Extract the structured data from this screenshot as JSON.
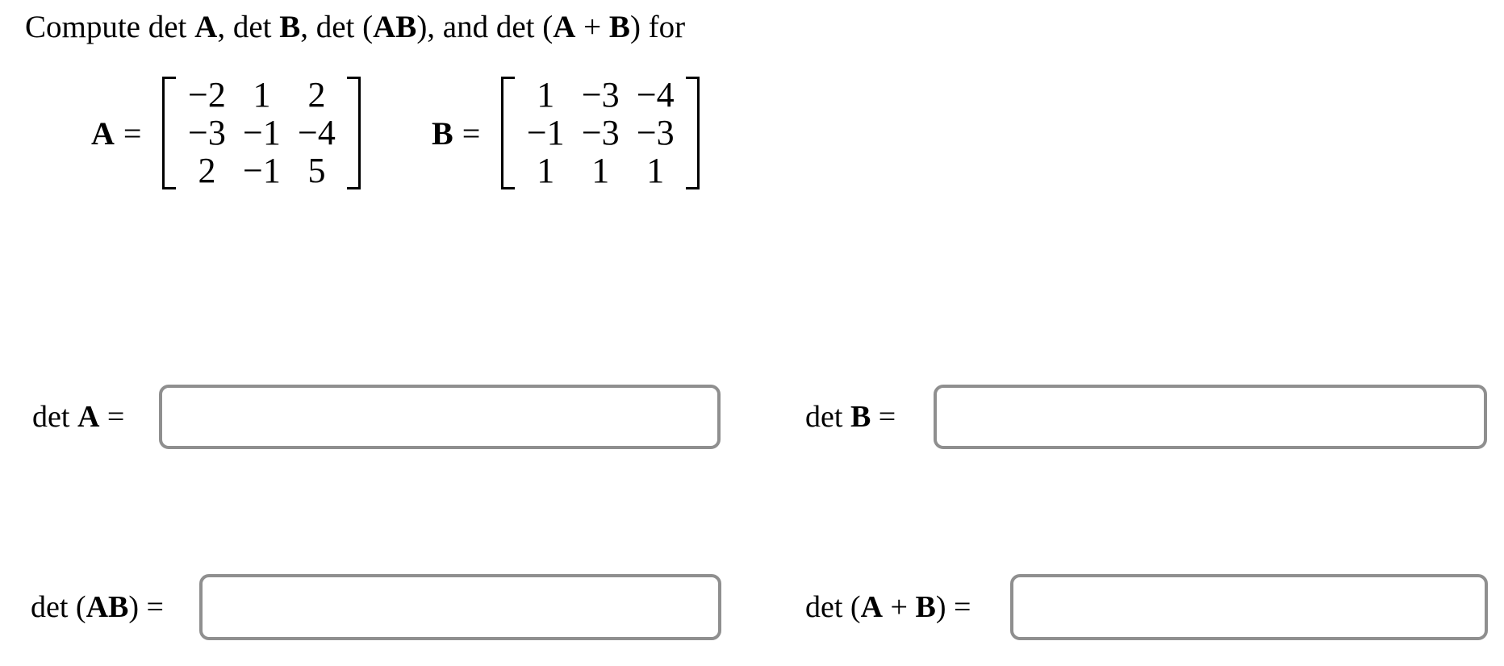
{
  "colors": {
    "text": "#000000",
    "input_border": "#8f8f8f"
  },
  "title": {
    "t1": "Compute det ",
    "a1": "A",
    "t2": ", det ",
    "b1": "B",
    "t3": ", det (",
    "ab": "AB",
    "t4": "), and det (",
    "a2": "A",
    "plus": " + ",
    "b2": "B",
    "t5": ") for"
  },
  "matrices": {
    "A": {
      "name": "A",
      "eq": "=",
      "rows": [
        [
          "−2",
          "1",
          "2"
        ],
        [
          "−3",
          "−1",
          "−4"
        ],
        [
          "2",
          "−1",
          "5"
        ]
      ]
    },
    "B": {
      "name": "B",
      "eq": "=",
      "rows": [
        [
          "1",
          "−3",
          "−4"
        ],
        [
          "−1",
          "−3",
          "−3"
        ],
        [
          "1",
          "1",
          "1"
        ]
      ]
    }
  },
  "answers": {
    "det_a": {
      "label": {
        "pre": "det ",
        "bold": "A",
        "post": " ="
      },
      "value": ""
    },
    "det_b": {
      "label": {
        "pre": "det ",
        "bold": "B",
        "post": " ="
      },
      "value": ""
    },
    "det_ab": {
      "label": {
        "pre": "det (",
        "bold": "AB",
        "post": ") ="
      },
      "value": ""
    },
    "det_a_plus_b": {
      "label": {
        "pre": "det (",
        "bold_a": "A",
        "mid": " + ",
        "bold_b": "B",
        "post": ") ="
      },
      "value": ""
    }
  }
}
